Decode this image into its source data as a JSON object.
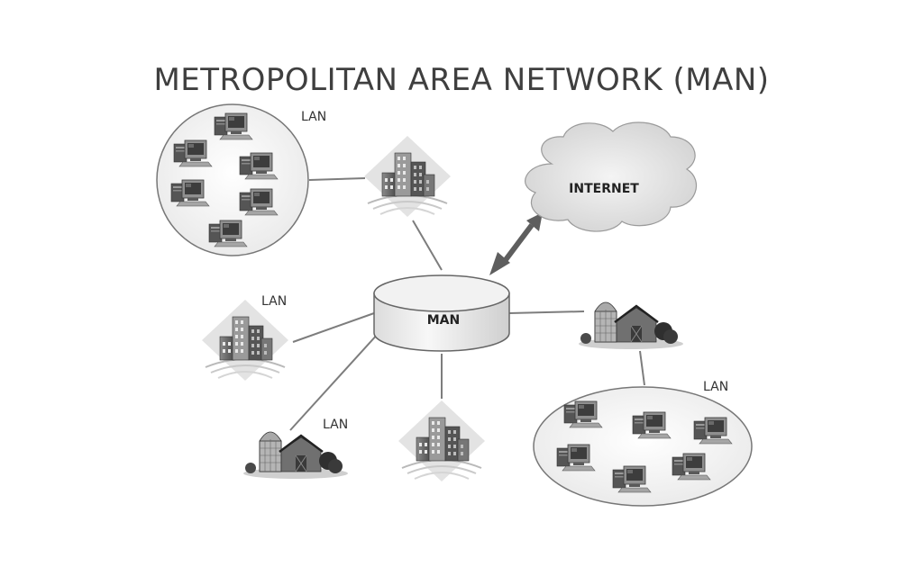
{
  "title": "METROPOLITAN AREA NETWORK (MAN)",
  "hub_label": "MAN",
  "cloud_label": "INTERNET",
  "lan_labels": [
    "LAN",
    "LAN",
    "LAN",
    "LAN"
  ]
}
